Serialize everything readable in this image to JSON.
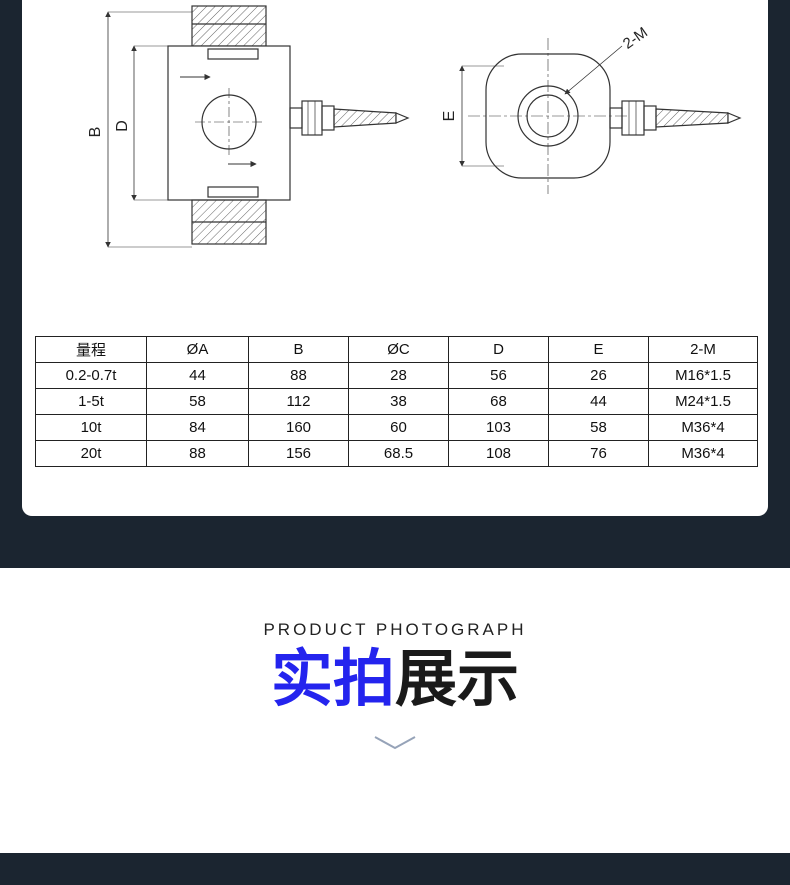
{
  "theme": {
    "page_bg": "#1b2530",
    "card_bg": "#ffffff",
    "accent_blue": "#2424ee",
    "line_color": "#333333"
  },
  "drawings": {
    "front_view": {
      "dim_outer": "B",
      "dim_inner": "D"
    },
    "end_view": {
      "dim_height": "E",
      "thread_callout": "2-M"
    }
  },
  "spec_table": {
    "headers": [
      "量程",
      "ØA",
      "B",
      "ØC",
      "D",
      "E",
      "2-M"
    ],
    "rows": [
      [
        "0.2-0.7t",
        "44",
        "88",
        "28",
        "56",
        "26",
        "M16*1.5"
      ],
      [
        "1-5t",
        "58",
        "112",
        "38",
        "68",
        "44",
        "M24*1.5"
      ],
      [
        "10t",
        "84",
        "160",
        "60",
        "103",
        "58",
        "M36*4"
      ],
      [
        "20t",
        "88",
        "156",
        "68.5",
        "108",
        "76",
        "M36*4"
      ]
    ]
  },
  "photo_section": {
    "subtitle": "PRODUCT PHOTOGRAPH",
    "title_highlight": "实拍",
    "title_rest": "展示"
  }
}
